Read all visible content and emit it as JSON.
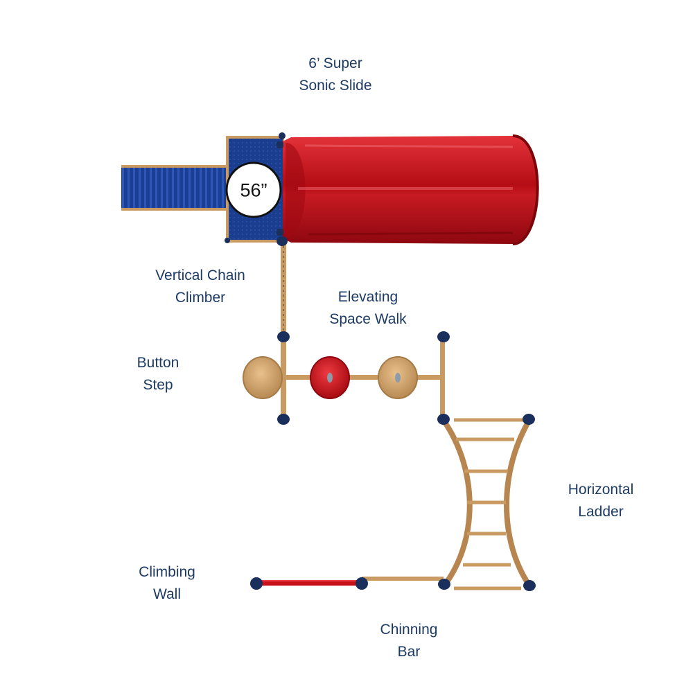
{
  "labels": {
    "slide": [
      "6’ Super",
      "Sonic Slide"
    ],
    "chain_climber": [
      "Vertical Chain",
      "Climber"
    ],
    "space_walk": [
      "Elevating",
      "Space Walk"
    ],
    "button_step": [
      "Button",
      "Step"
    ],
    "horizontal_ladder": [
      "Horizontal",
      "Ladder"
    ],
    "climbing_wall": [
      "Climbing",
      "Wall"
    ],
    "chinning_bar": [
      "Chinning",
      "Bar"
    ]
  },
  "deck_height": "56”",
  "colors": {
    "label_text": "#1c3a63",
    "slide_red": "#c8101a",
    "deck_blue": "#1a3d8f",
    "post_tan": "#c99a62",
    "clamp_navy": "#1b2f5c"
  }
}
